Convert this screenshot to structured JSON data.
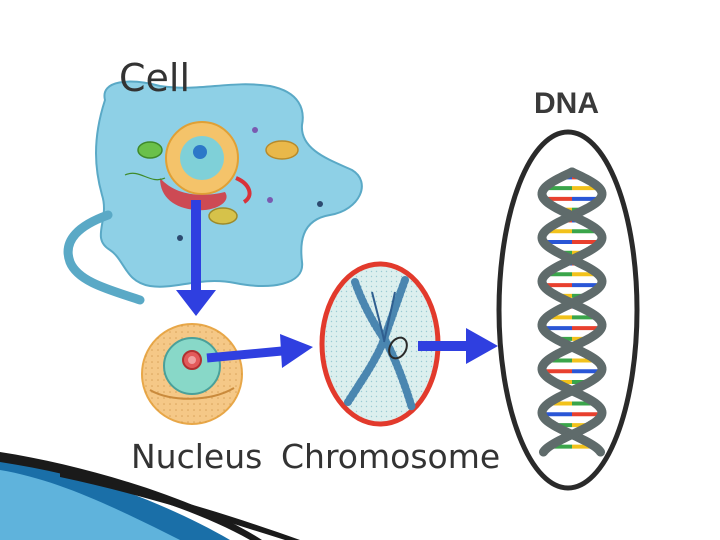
{
  "labels": {
    "cell": "Cell",
    "dna": "DNA",
    "nucleus": "Nucleus",
    "chromosome": "Chromosome"
  },
  "colors": {
    "arrow": "#2f3fe0",
    "cell_body": "#8ed0e6",
    "chromosome_ring": "#e23a2c",
    "dna_ellipse": "#2a2a2a",
    "dna_backbone": "#5f6b6b",
    "base_pair_colors": [
      "#e8402e",
      "#f2c21b",
      "#2a56d6",
      "#3aa54a"
    ],
    "corner_accent": "#1a6fa8"
  },
  "icons": {
    "cell": "animal-cell-icon",
    "nucleus": "nucleus-icon",
    "chromosome": "chromosome-icon",
    "dna": "dna-double-helix-icon"
  }
}
